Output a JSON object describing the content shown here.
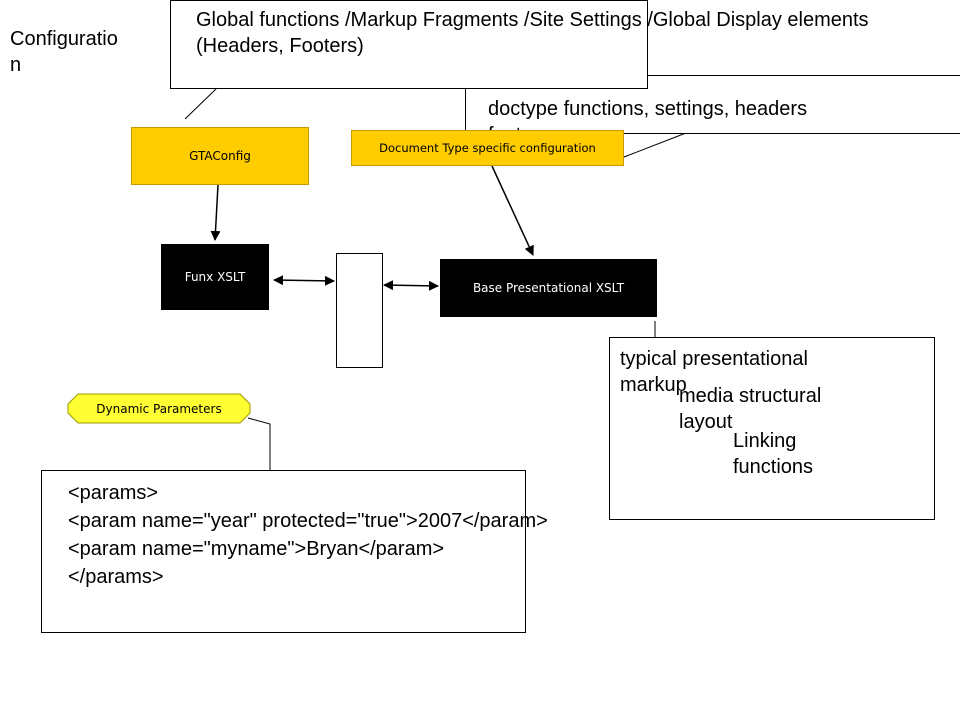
{
  "labels": {
    "configuration": "Configuratio\nn",
    "global_note": "Global functions /Markup Fragments /Site Settings /Global Display elements\n(Headers, Footers)",
    "doctype_note": "doctype functions, settings, headers\nfooters",
    "typical_markup": "typical presentational\nmarkup",
    "media_layout": "media structural\nlayout",
    "linking": "Linking\nfunctions"
  },
  "nodes": {
    "gtaconfig": "GTAConfig",
    "doctype_config": "Document Type specific configuration",
    "funx_xslt": "Funx XSLT",
    "base_xslt": "Base Presentational XSLT",
    "dynamic_params": "Dynamic Parameters"
  },
  "code": {
    "line1": "<params>",
    "line2": "<param name=\"year\" protected=\"true\">2007</param>",
    "line3": "<param name=\"myname\">Bryan</param>",
    "line4": "</params>"
  },
  "colors": {
    "node_yellow": "#ffcc00",
    "dynamic_yellow": "#ffff33",
    "node_black": "#000000"
  }
}
